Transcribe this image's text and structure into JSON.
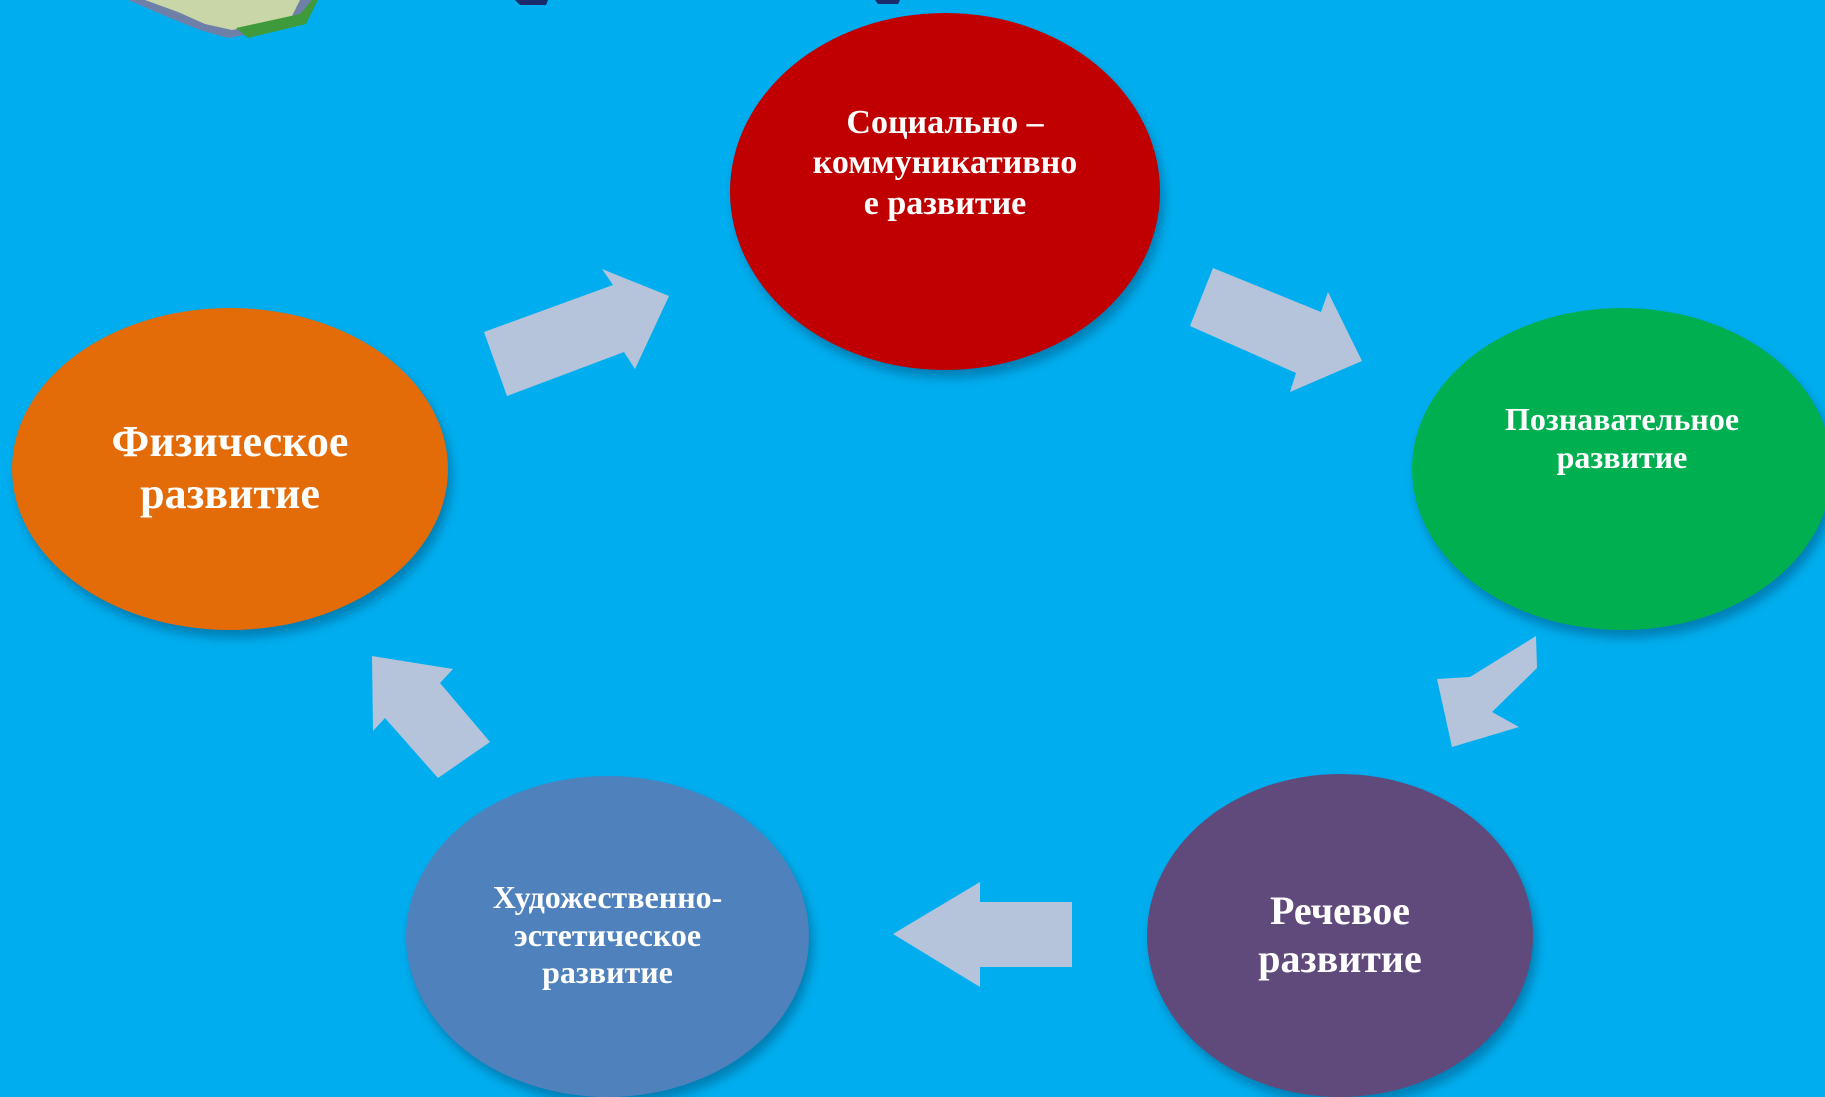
{
  "diagram": {
    "nodes": [
      {
        "id": "social",
        "label": "Социально –\nкоммуникативно\nе развитие",
        "color": "#C00000"
      },
      {
        "id": "cognitive",
        "label": "Познавательное\nразвитие",
        "color": "#00B050"
      },
      {
        "id": "speech",
        "label": "Речевое\nразвитие",
        "color": "#604A7B"
      },
      {
        "id": "art",
        "label": "Художественно-\nэстетическое\nразвитие",
        "color": "#4F81BD"
      },
      {
        "id": "physical",
        "label": "Физическое\nразвитие",
        "color": "#E36C09"
      }
    ],
    "arrow_color": "#B5C4DB",
    "background_color": "#00AEEF"
  }
}
